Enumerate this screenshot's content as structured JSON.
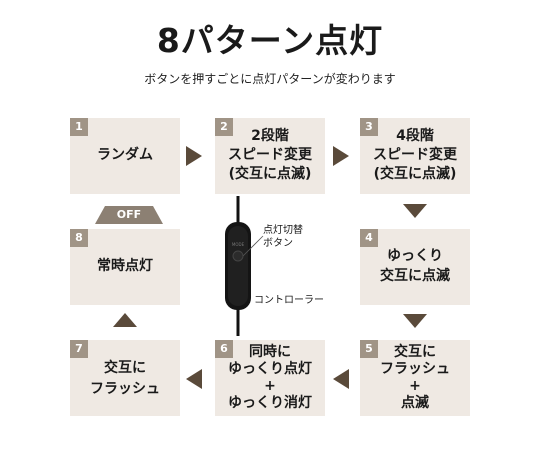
{
  "title": "8パターン点灯",
  "subtitle": "ボタンを押すごとに点灯パターンが変わります",
  "steps": [
    {
      "num": "1",
      "lines": [
        "ランダム"
      ]
    },
    {
      "num": "2",
      "lines": [
        "2段階",
        "スピード変更",
        "(交互に点滅)"
      ]
    },
    {
      "num": "3",
      "lines": [
        "4段階",
        "スピード変更",
        "(交互に点滅)"
      ]
    },
    {
      "num": "4",
      "lines": [
        "ゆっくり",
        "交互に点滅"
      ]
    },
    {
      "num": "5",
      "lines": [
        "交互に",
        "フラッシュ",
        "+",
        "点滅"
      ]
    },
    {
      "num": "6",
      "lines": [
        "同時に",
        "ゆっくり点灯",
        "+",
        "ゆっくり消灯"
      ]
    },
    {
      "num": "7",
      "lines": [
        "交互に",
        "フラッシュ"
      ]
    },
    {
      "num": "8",
      "lines": [
        "常時点灯"
      ]
    }
  ],
  "off_label": "OFF",
  "controller": {
    "button_label_1": "点灯切替",
    "button_label_2": "ボタン",
    "name": "コントローラー",
    "engraving": "MODE"
  },
  "colors": {
    "box_bg": "#efe9e3",
    "num_bg": "#a09486",
    "arrow": "#5a4a3a"
  }
}
